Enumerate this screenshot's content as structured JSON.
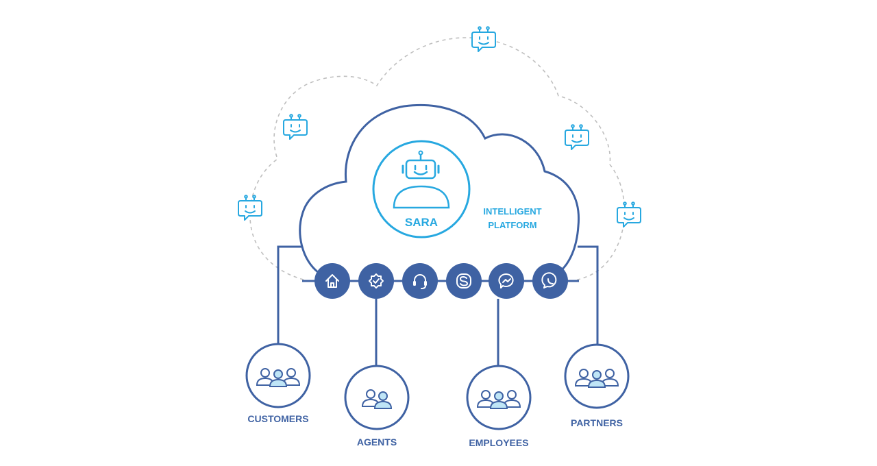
{
  "diagram": {
    "center": {
      "name": "SARA",
      "platform_line1": "INTELLIGENT",
      "platform_line2": "PLATFORM"
    },
    "channels": [
      {
        "icon": "home-icon"
      },
      {
        "icon": "verified-gear-icon"
      },
      {
        "icon": "headset-icon"
      },
      {
        "icon": "skype-icon"
      },
      {
        "icon": "messenger-icon"
      },
      {
        "icon": "whatsapp-icon"
      }
    ],
    "groups": [
      {
        "label": "CUSTOMERS",
        "icon": "group-of-three-icon"
      },
      {
        "label": "AGENTS",
        "icon": "group-of-two-icon"
      },
      {
        "label": "EMPLOYEES",
        "icon": "group-of-three-icon"
      },
      {
        "label": "PARTNERS",
        "icon": "group-of-three-icon"
      }
    ],
    "chatbot_icons": [
      "chatbot-icon",
      "chatbot-icon",
      "chatbot-icon",
      "chatbot-icon",
      "chatbot-icon"
    ],
    "colors": {
      "primary": "#3f62a3",
      "accent": "#27a8e0",
      "dashed": "#bfbfbf",
      "background": "#ffffff"
    }
  }
}
